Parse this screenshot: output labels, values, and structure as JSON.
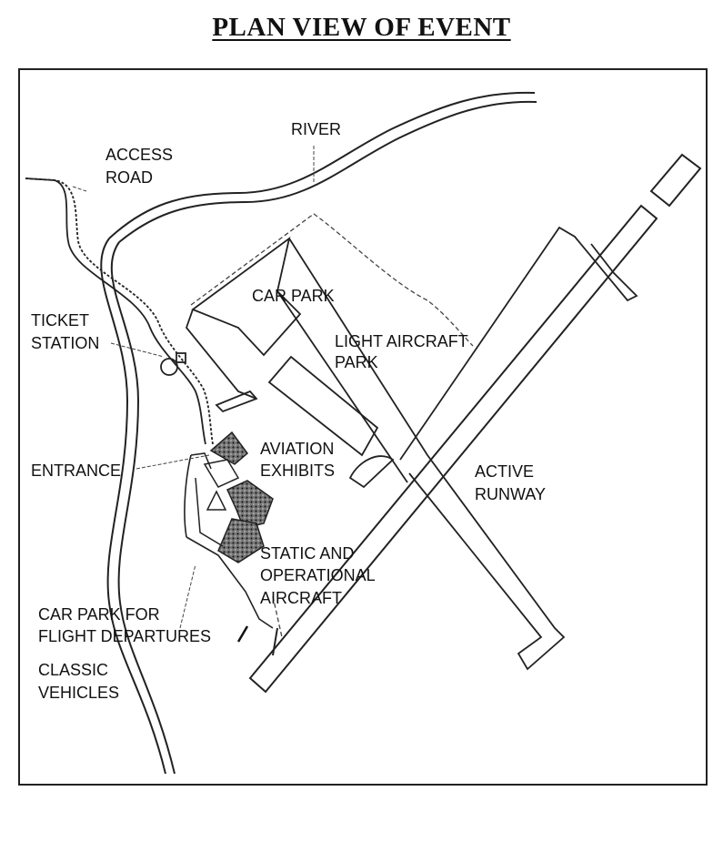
{
  "title": "PLAN VIEW OF EVENT",
  "labels": {
    "access_road": [
      "ACCESS",
      "ROAD"
    ],
    "river": "RIVER",
    "ticket_station": [
      "TICKET",
      "STATION"
    ],
    "car_park": "CAR PARK",
    "light_aircraft_park": [
      "LIGHT AIRCRAFT",
      "PARK"
    ],
    "entrance": "ENTRANCE",
    "aviation_exhibits": [
      "AVIATION",
      "EXHIBITS"
    ],
    "active_runway": [
      "ACTIVE",
      "RUNWAY"
    ],
    "static_operational_aircraft": [
      "STATIC AND",
      "OPERATIONAL",
      "AIRCRAFT"
    ],
    "car_park_flight_departures": [
      "CAR PARK FOR",
      "FLIGHT DEPARTURES"
    ],
    "classic_vehicles": [
      "CLASSIC",
      "VEHICLES"
    ]
  }
}
